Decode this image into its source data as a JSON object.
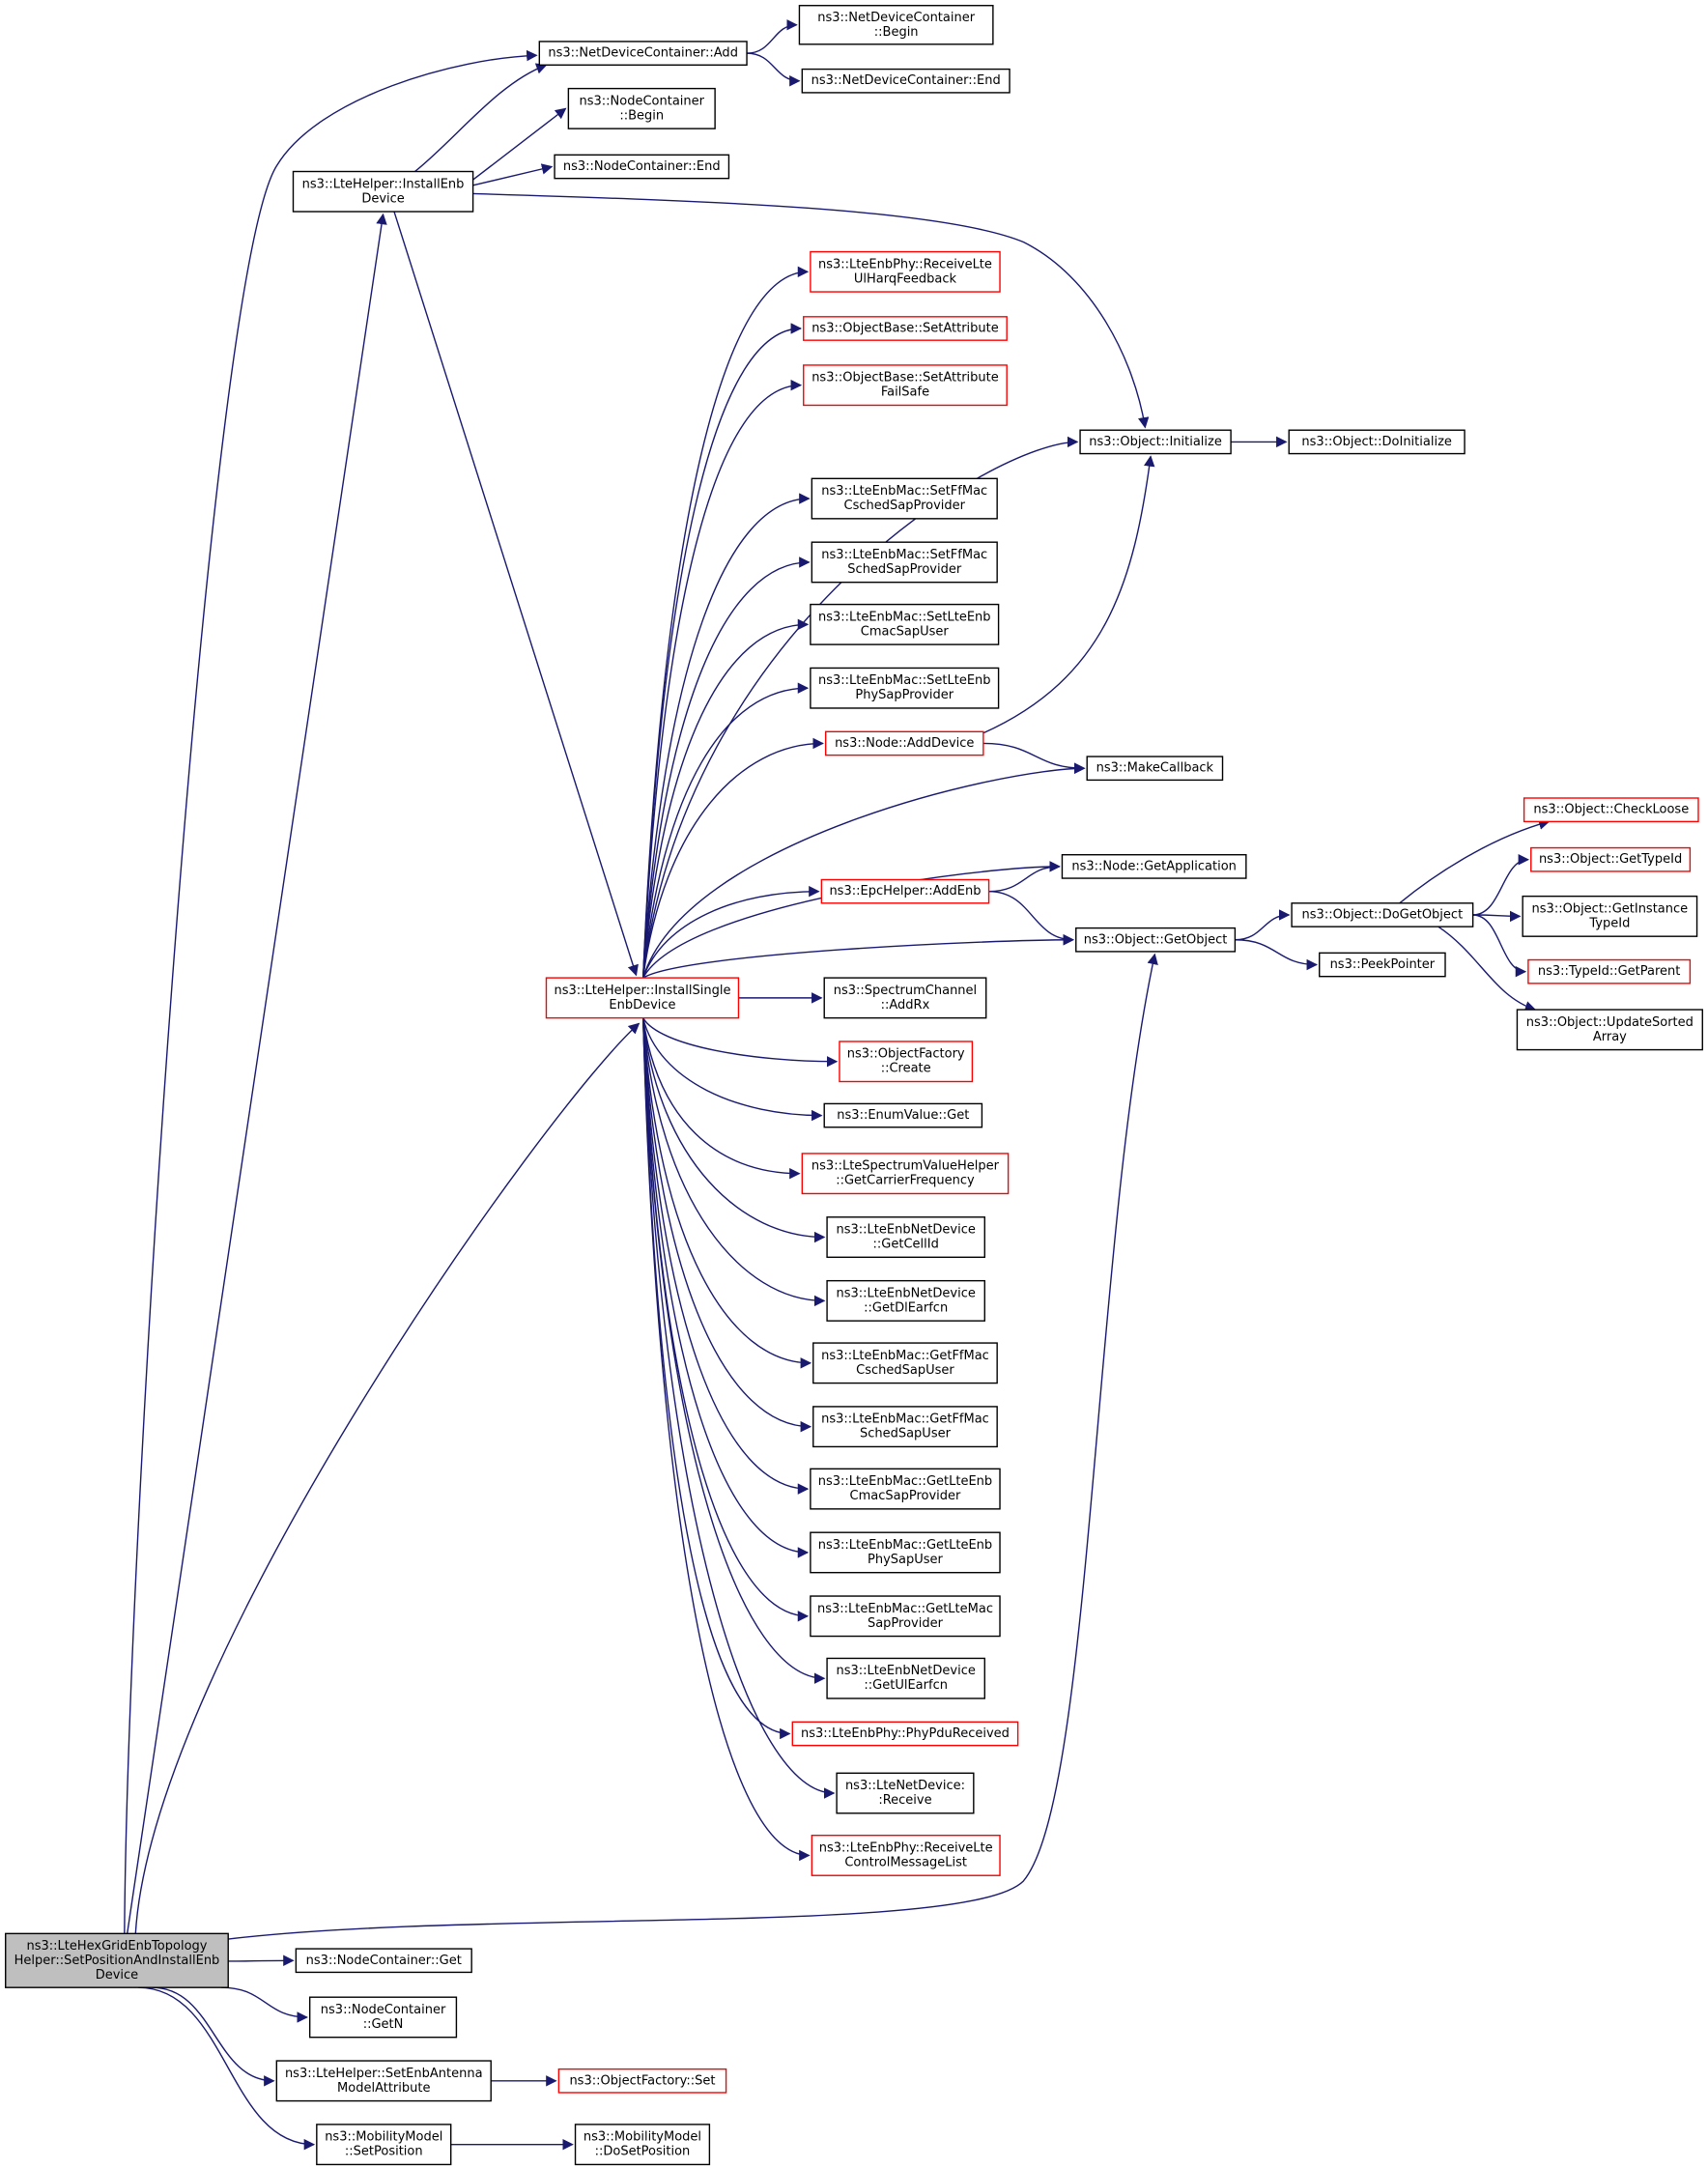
{
  "colors": {
    "edge": "#191970",
    "node_border": "#000000",
    "node_border_truncated": "#ff0000",
    "node_fill": "#ffffff",
    "root_fill": "#bfbfbf"
  },
  "nodes": {
    "root": {
      "lines": [
        "ns3::LteHexGridEnbTopology",
        "Helper::SetPositionAndInstallEnb",
        "Device"
      ]
    },
    "ndc_add": {
      "lines": [
        "ns3::NetDeviceContainer::Add"
      ]
    },
    "ndc_begin": {
      "lines": [
        "ns3::NetDeviceContainer",
        "::Begin"
      ]
    },
    "ndc_end": {
      "lines": [
        "ns3::NetDeviceContainer::End"
      ]
    },
    "nc_begin": {
      "lines": [
        "ns3::NodeContainer",
        "::Begin"
      ]
    },
    "nc_end": {
      "lines": [
        "ns3::NodeContainer::End"
      ]
    },
    "install_enb": {
      "lines": [
        "ns3::LteHelper::InstallEnb",
        "Device"
      ]
    },
    "recv_ul_harq": {
      "lines": [
        "ns3::LteEnbPhy::ReceiveLte",
        "UlHarqFeedback"
      ]
    },
    "set_attr": {
      "lines": [
        "ns3::ObjectBase::SetAttribute"
      ]
    },
    "set_attr_fs": {
      "lines": [
        "ns3::ObjectBase::SetAttribute",
        "FailSafe"
      ]
    },
    "obj_init": {
      "lines": [
        "ns3::Object::Initialize"
      ]
    },
    "obj_doinit": {
      "lines": [
        "ns3::Object::DoInitialize"
      ]
    },
    "set_ff_csched": {
      "lines": [
        "ns3::LteEnbMac::SetFfMac",
        "CschedSapProvider"
      ]
    },
    "set_ff_sched": {
      "lines": [
        "ns3::LteEnbMac::SetFfMac",
        "SchedSapProvider"
      ]
    },
    "set_cmac_user": {
      "lines": [
        "ns3::LteEnbMac::SetLteEnb",
        "CmacSapUser"
      ]
    },
    "set_phy_prov": {
      "lines": [
        "ns3::LteEnbMac::SetLteEnb",
        "PhySapProvider"
      ]
    },
    "node_adddev": {
      "lines": [
        "ns3::Node::AddDevice"
      ]
    },
    "make_cb": {
      "lines": [
        "ns3::MakeCallback"
      ]
    },
    "node_getapp": {
      "lines": [
        "ns3::Node::GetApplication"
      ]
    },
    "epc_addenb": {
      "lines": [
        "ns3::EpcHelper::AddEnb"
      ]
    },
    "obj_getobj": {
      "lines": [
        "ns3::Object::GetObject"
      ]
    },
    "obj_dogetobj": {
      "lines": [
        "ns3::Object::DoGetObject"
      ]
    },
    "peek": {
      "lines": [
        "ns3::PeekPointer"
      ]
    },
    "check_loose": {
      "lines": [
        "ns3::Object::CheckLoose"
      ]
    },
    "get_typeid": {
      "lines": [
        "ns3::Object::GetTypeId"
      ]
    },
    "get_inst_typeid": {
      "lines": [
        "ns3::Object::GetInstance",
        "TypeId"
      ]
    },
    "typeid_parent": {
      "lines": [
        "ns3::TypeId::GetParent"
      ]
    },
    "update_sorted": {
      "lines": [
        "ns3::Object::UpdateSorted",
        "Array"
      ]
    },
    "install_single": {
      "lines": [
        "ns3::LteHelper::InstallSingle",
        "EnbDevice"
      ]
    },
    "spec_addrx": {
      "lines": [
        "ns3::SpectrumChannel",
        "::AddRx"
      ]
    },
    "of_create": {
      "lines": [
        "ns3::ObjectFactory",
        "::Create"
      ]
    },
    "enum_get": {
      "lines": [
        "ns3::EnumValue::Get"
      ]
    },
    "svh_carrier": {
      "lines": [
        "ns3::LteSpectrumValueHelper",
        "::GetCarrierFrequency"
      ]
    },
    "nd_cellid": {
      "lines": [
        "ns3::LteEnbNetDevice",
        "::GetCellId"
      ]
    },
    "nd_dlearfcn": {
      "lines": [
        "ns3::LteEnbNetDevice",
        "::GetDlEarfcn"
      ]
    },
    "get_ff_csched": {
      "lines": [
        "ns3::LteEnbMac::GetFfMac",
        "CschedSapUser"
      ]
    },
    "get_ff_sched": {
      "lines": [
        "ns3::LteEnbMac::GetFfMac",
        "SchedSapUser"
      ]
    },
    "get_cmac_prov": {
      "lines": [
        "ns3::LteEnbMac::GetLteEnb",
        "CmacSapProvider"
      ]
    },
    "get_phy_user": {
      "lines": [
        "ns3::LteEnbMac::GetLteEnb",
        "PhySapUser"
      ]
    },
    "get_mac_prov": {
      "lines": [
        "ns3::LteEnbMac::GetLteMac",
        "SapProvider"
      ]
    },
    "nd_ulearfcn": {
      "lines": [
        "ns3::LteEnbNetDevice",
        "::GetUlEarfcn"
      ]
    },
    "phy_pdu": {
      "lines": [
        "ns3::LteEnbPhy::PhyPduReceived"
      ]
    },
    "lnd_receive": {
      "lines": [
        "ns3::LteNetDevice:",
        ":Receive"
      ]
    },
    "recv_ctrl": {
      "lines": [
        "ns3::LteEnbPhy::ReceiveLte",
        "ControlMessageList"
      ]
    },
    "nc_get": {
      "lines": [
        "ns3::NodeContainer::Get"
      ]
    },
    "nc_getn": {
      "lines": [
        "ns3::NodeContainer",
        "::GetN"
      ]
    },
    "set_antenna": {
      "lines": [
        "ns3::LteHelper::SetEnbAntenna",
        "ModelAttribute"
      ]
    },
    "of_set": {
      "lines": [
        "ns3::ObjectFactory::Set"
      ]
    },
    "mm_setpos": {
      "lines": [
        "ns3::MobilityModel",
        "::SetPosition"
      ]
    },
    "mm_dosetpos": {
      "lines": [
        "ns3::MobilityModel",
        "::DoSetPosition"
      ]
    }
  }
}
